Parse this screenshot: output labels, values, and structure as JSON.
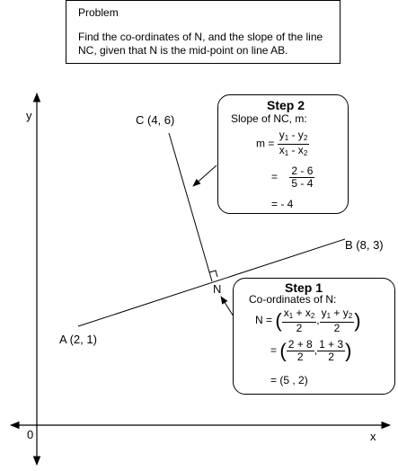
{
  "problem": {
    "title": "Problem",
    "text": "Find the co-ordinates of N, and the slope of the line NC, given that N is the mid-point on line AB."
  },
  "axes": {
    "x_label": "x",
    "y_label": "y",
    "origin_label": "0"
  },
  "points": {
    "A": "A (2, 1)",
    "B": "B (8, 3)",
    "C": "C (4, 6)",
    "N": "N"
  },
  "step2": {
    "title": "Step 2",
    "subtitle": "Slope of NC, m:",
    "m_eq": "m =",
    "eq": "=",
    "num2": "2 - 6",
    "den2": "5 - 4",
    "result": "=    - 4"
  },
  "step1": {
    "title": "Step 1",
    "subtitle": "Co-ordinates of N:",
    "n_eq": "N =",
    "eq": "=",
    "den": "2",
    "comma": ",",
    "num_a": "2 + 8",
    "num_b": "1 + 3",
    "result": "=    (5 , 2)"
  }
}
